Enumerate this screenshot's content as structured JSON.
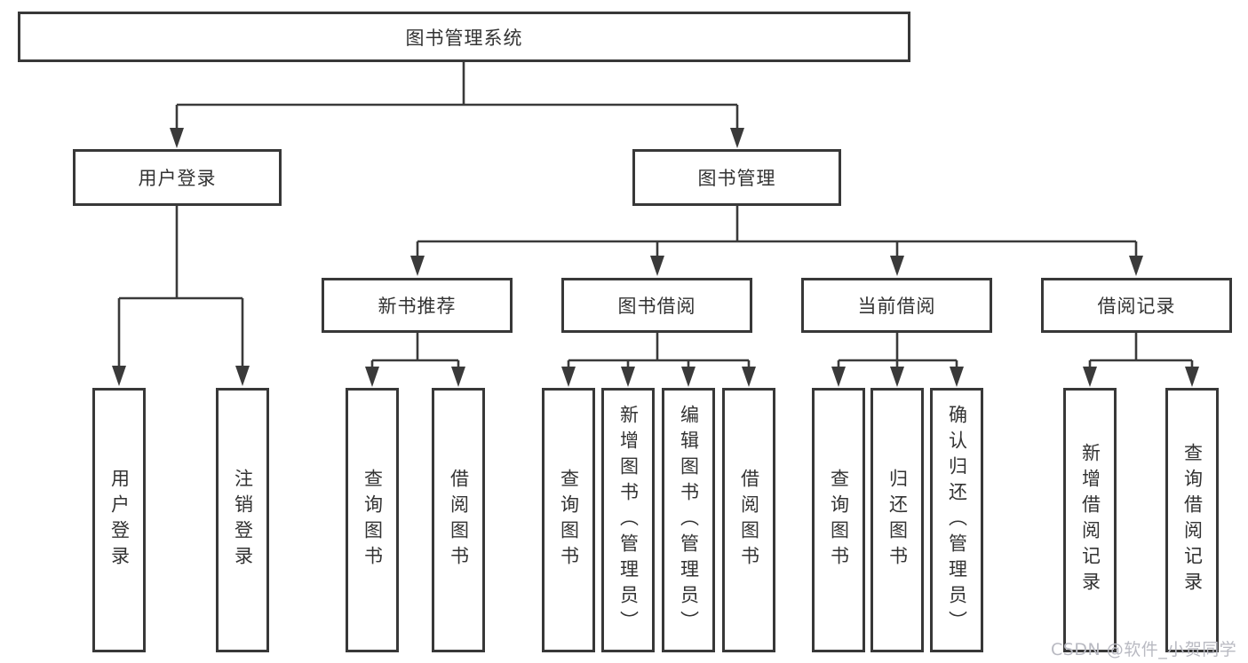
{
  "diagram": {
    "type": "hierarchy-tree",
    "levels": 4
  },
  "nodes": {
    "root": "图书管理系统",
    "user_login": "用户登录",
    "book_mgmt": "图书管理",
    "new_book_rec": "新书推荐",
    "book_borrow": "图书借阅",
    "current_borrow": "当前借阅",
    "borrow_records": "借阅记录"
  },
  "leaves": {
    "user_login": [
      "用户登录",
      "注销登录"
    ],
    "new_book_rec": [
      "查询图书",
      "借阅图书"
    ],
    "book_borrow": [
      "查询图书",
      "新增图书（管理员）",
      "编辑图书（管理员）",
      "借阅图书"
    ],
    "current_borrow": [
      "查询图书",
      "归还图书",
      "确认归还（管理员）"
    ],
    "borrow_records": [
      "新增借阅记录",
      "查询借阅记录"
    ]
  },
  "watermark": "CSDN @软件_小贺同学",
  "colors": {
    "line": "#3a3a3a",
    "border": "#383838",
    "text": "#333333",
    "watermark": "#b9bac2",
    "background": "#ffffff"
  }
}
